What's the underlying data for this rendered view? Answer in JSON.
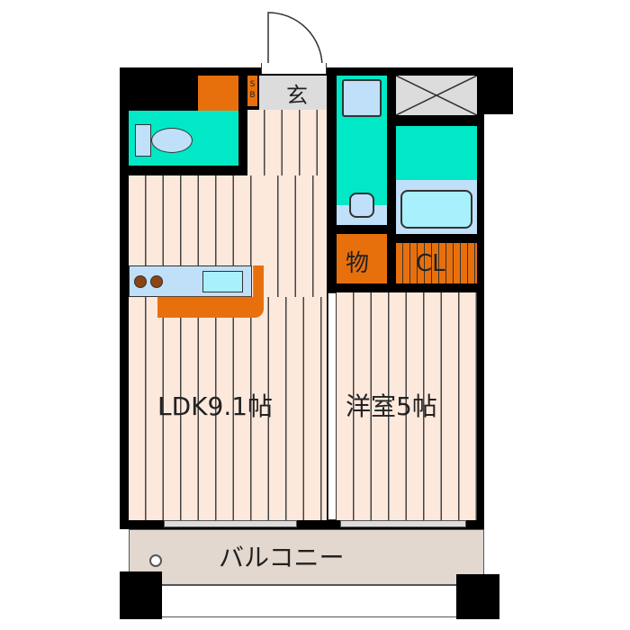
{
  "rooms": {
    "ldk": "LDK9.1帖",
    "western": "洋室5帖",
    "balcony": "バルコニー",
    "entrance": "玄",
    "storage": "物",
    "closet": "CL",
    "shoe_box_s": "S",
    "shoe_box_b": "B"
  },
  "colors": {
    "wet_area": "#00e8c6",
    "storage": "#e8700c",
    "floor": "#fde9dc",
    "balcony": "#e2d8cf"
  }
}
